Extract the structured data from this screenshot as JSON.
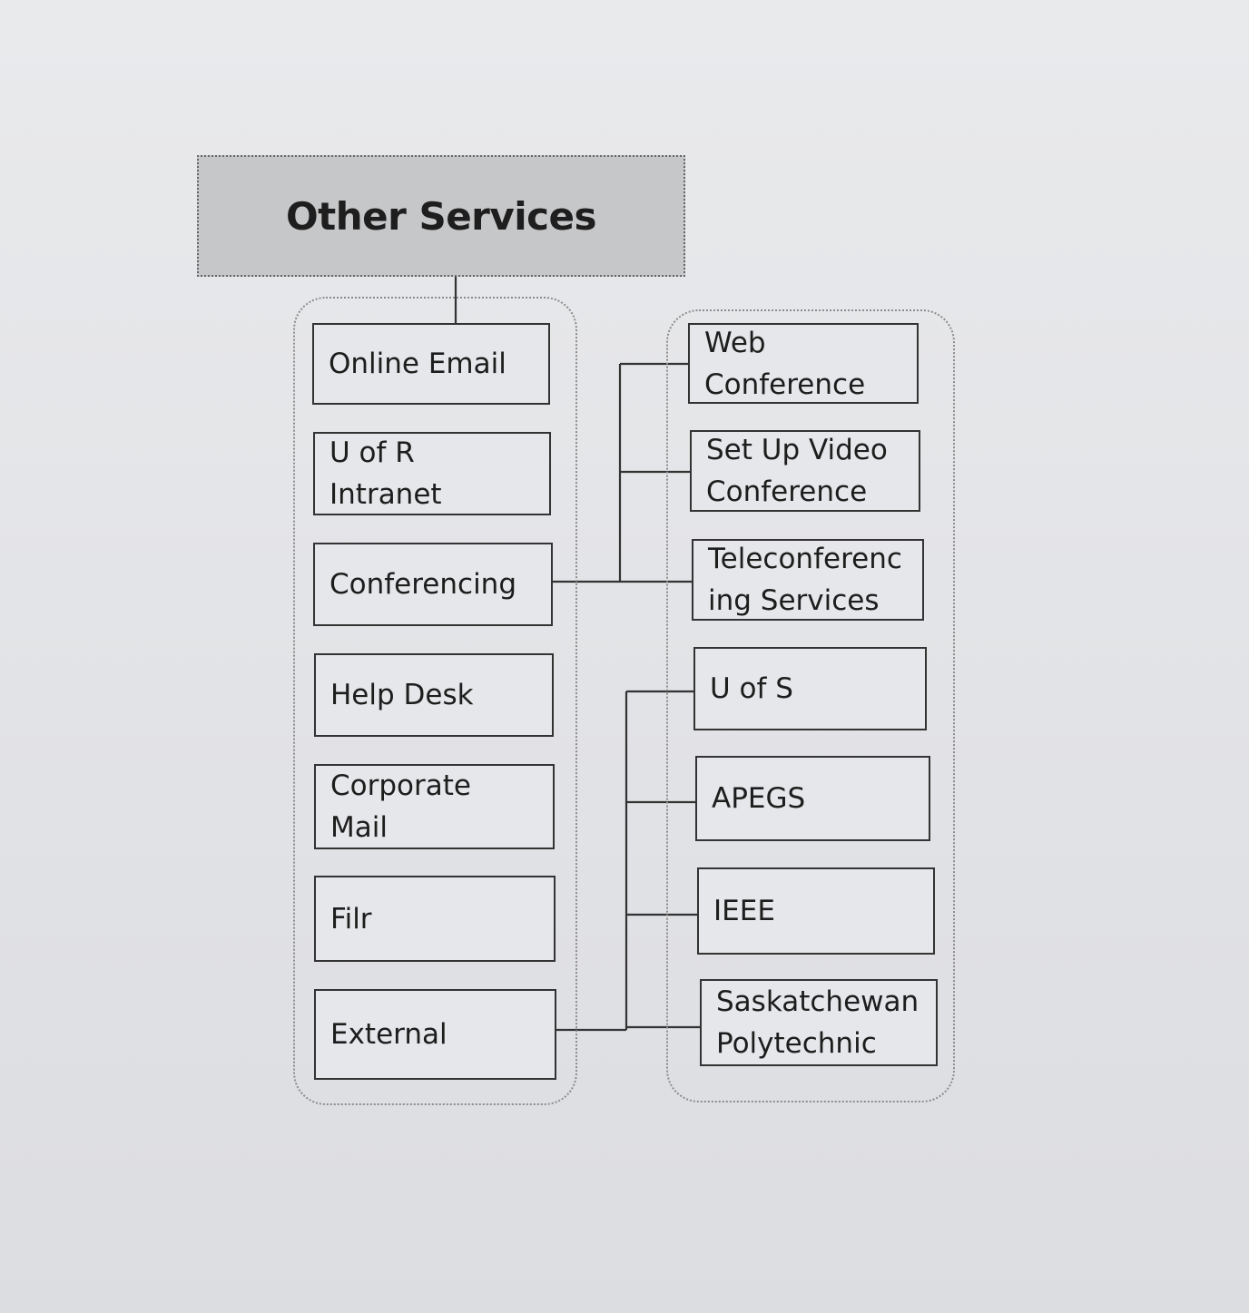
{
  "title": "Other Services",
  "left_items": [
    {
      "id": "online-email",
      "lines": [
        "Online Email"
      ]
    },
    {
      "id": "u-of-r-intranet",
      "lines": [
        "U of R",
        "Intranet"
      ]
    },
    {
      "id": "conferencing",
      "lines": [
        "Conferencing"
      ]
    },
    {
      "id": "help-desk",
      "lines": [
        "Help Desk"
      ]
    },
    {
      "id": "corporate-mail",
      "lines": [
        "Corporate",
        "Mail"
      ]
    },
    {
      "id": "filr",
      "lines": [
        "Filr"
      ]
    },
    {
      "id": "external",
      "lines": [
        "External"
      ]
    }
  ],
  "conferencing_items": [
    {
      "id": "web-conference",
      "lines": [
        "Web",
        "Conference"
      ]
    },
    {
      "id": "set-up-video-conference",
      "lines": [
        "Set Up Video",
        "Conference"
      ]
    },
    {
      "id": "teleconferencing-services",
      "lines": [
        "Teleconferenc",
        "ing Services"
      ]
    }
  ],
  "external_items": [
    {
      "id": "u-of-s",
      "lines": [
        "U of S"
      ]
    },
    {
      "id": "apegs",
      "lines": [
        "APEGS"
      ]
    },
    {
      "id": "ieee",
      "lines": [
        "IEEE"
      ]
    },
    {
      "id": "saskatchewan-polytechnic",
      "lines": [
        "Saskatchewan",
        "Polytechnic"
      ]
    }
  ]
}
